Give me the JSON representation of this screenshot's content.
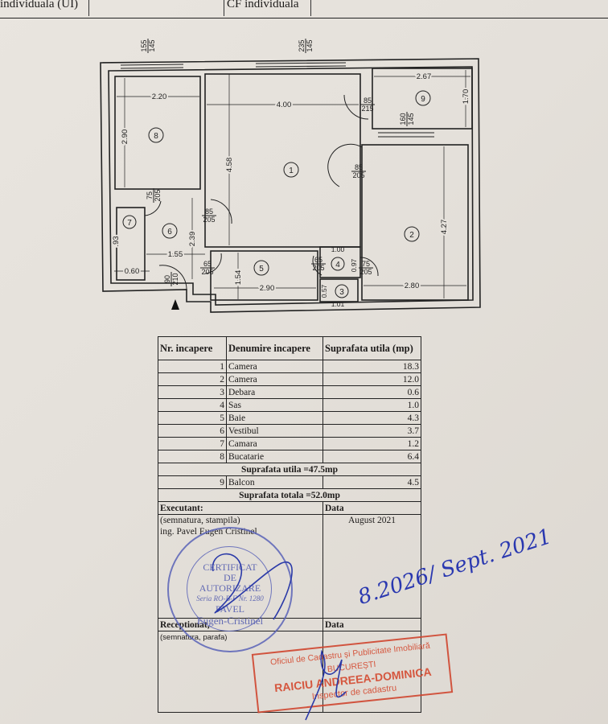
{
  "header": {
    "cell_left": "individuala (UI)",
    "cell_right": "CF individuala"
  },
  "plan": {
    "rooms": [
      "1",
      "2",
      "3",
      "4",
      "5",
      "6",
      "7",
      "8",
      "9"
    ],
    "openings": [
      {
        "w": "155",
        "h": "145"
      },
      {
        "w": "235",
        "h": "145"
      },
      {
        "w": "85",
        "h": "215"
      },
      {
        "w": "160",
        "h": "145"
      },
      {
        "w": "85",
        "h": "205"
      },
      {
        "w": "75",
        "h": "205"
      },
      {
        "w": "85",
        "h": "205"
      },
      {
        "w": "65",
        "h": "205"
      },
      {
        "w": "65",
        "h": "205"
      },
      {
        "w": "75",
        "h": "205"
      },
      {
        "w": "90",
        "h": "210"
      }
    ],
    "dims": [
      "2.20",
      "2.90",
      "4.00",
      "4.58",
      "2.67",
      "1.70",
      "4.27",
      "2.39",
      "1.55",
      "0.60",
      ".93",
      "1.54",
      "2.90",
      "2.80",
      "1.00",
      "0.97",
      "0.57",
      "1.01"
    ]
  },
  "table": {
    "headers": [
      "Nr. incapere",
      "Denumire incapere",
      "Suprafata utila (mp)"
    ],
    "rows": [
      {
        "nr": "1",
        "name": "Camera",
        "area": "18.3"
      },
      {
        "nr": "2",
        "name": "Camera",
        "area": "12.0"
      },
      {
        "nr": "3",
        "name": "Debara",
        "area": "0.6"
      },
      {
        "nr": "4",
        "name": "Sas",
        "area": "1.0"
      },
      {
        "nr": "5",
        "name": "Baie",
        "area": "4.3"
      },
      {
        "nr": "6",
        "name": "Vestibul",
        "area": "3.7"
      },
      {
        "nr": "7",
        "name": "Camara",
        "area": "1.2"
      },
      {
        "nr": "8",
        "name": "Bucatarie",
        "area": "6.4"
      }
    ],
    "subtotal": "Suprafata utila =47.5mp",
    "balcony": {
      "nr": "9",
      "name": "Balcon",
      "area": "4.5"
    },
    "total": "Suprafata totala =52.0mp",
    "executant": {
      "label": "Executant:",
      "note": "(semnatura, stampila)",
      "name": "ing. Pavel Eugen Cristinel",
      "date_label": "Data",
      "date": "August 2021"
    },
    "receptionat": {
      "label": "Receptionat,",
      "note": "(semnatura, parafa)",
      "date_label": "Data"
    }
  },
  "stamp_blue": {
    "lines": [
      "CERTIFICAT",
      "DE",
      "AUTORIZARE",
      "Seria RO-B-F Nr. 1280",
      "PAVEL",
      "Eugen-Cristinel"
    ]
  },
  "stamp_red": {
    "lines": [
      "Oficiul de Cadastru și Publicitate Imobiliară",
      "BUCUREȘTI",
      "RAICIU ANDREEA-DOMINICA",
      "Inspector de cadastru"
    ]
  },
  "handwritten_date": "8.2026/ Sept. 2021"
}
